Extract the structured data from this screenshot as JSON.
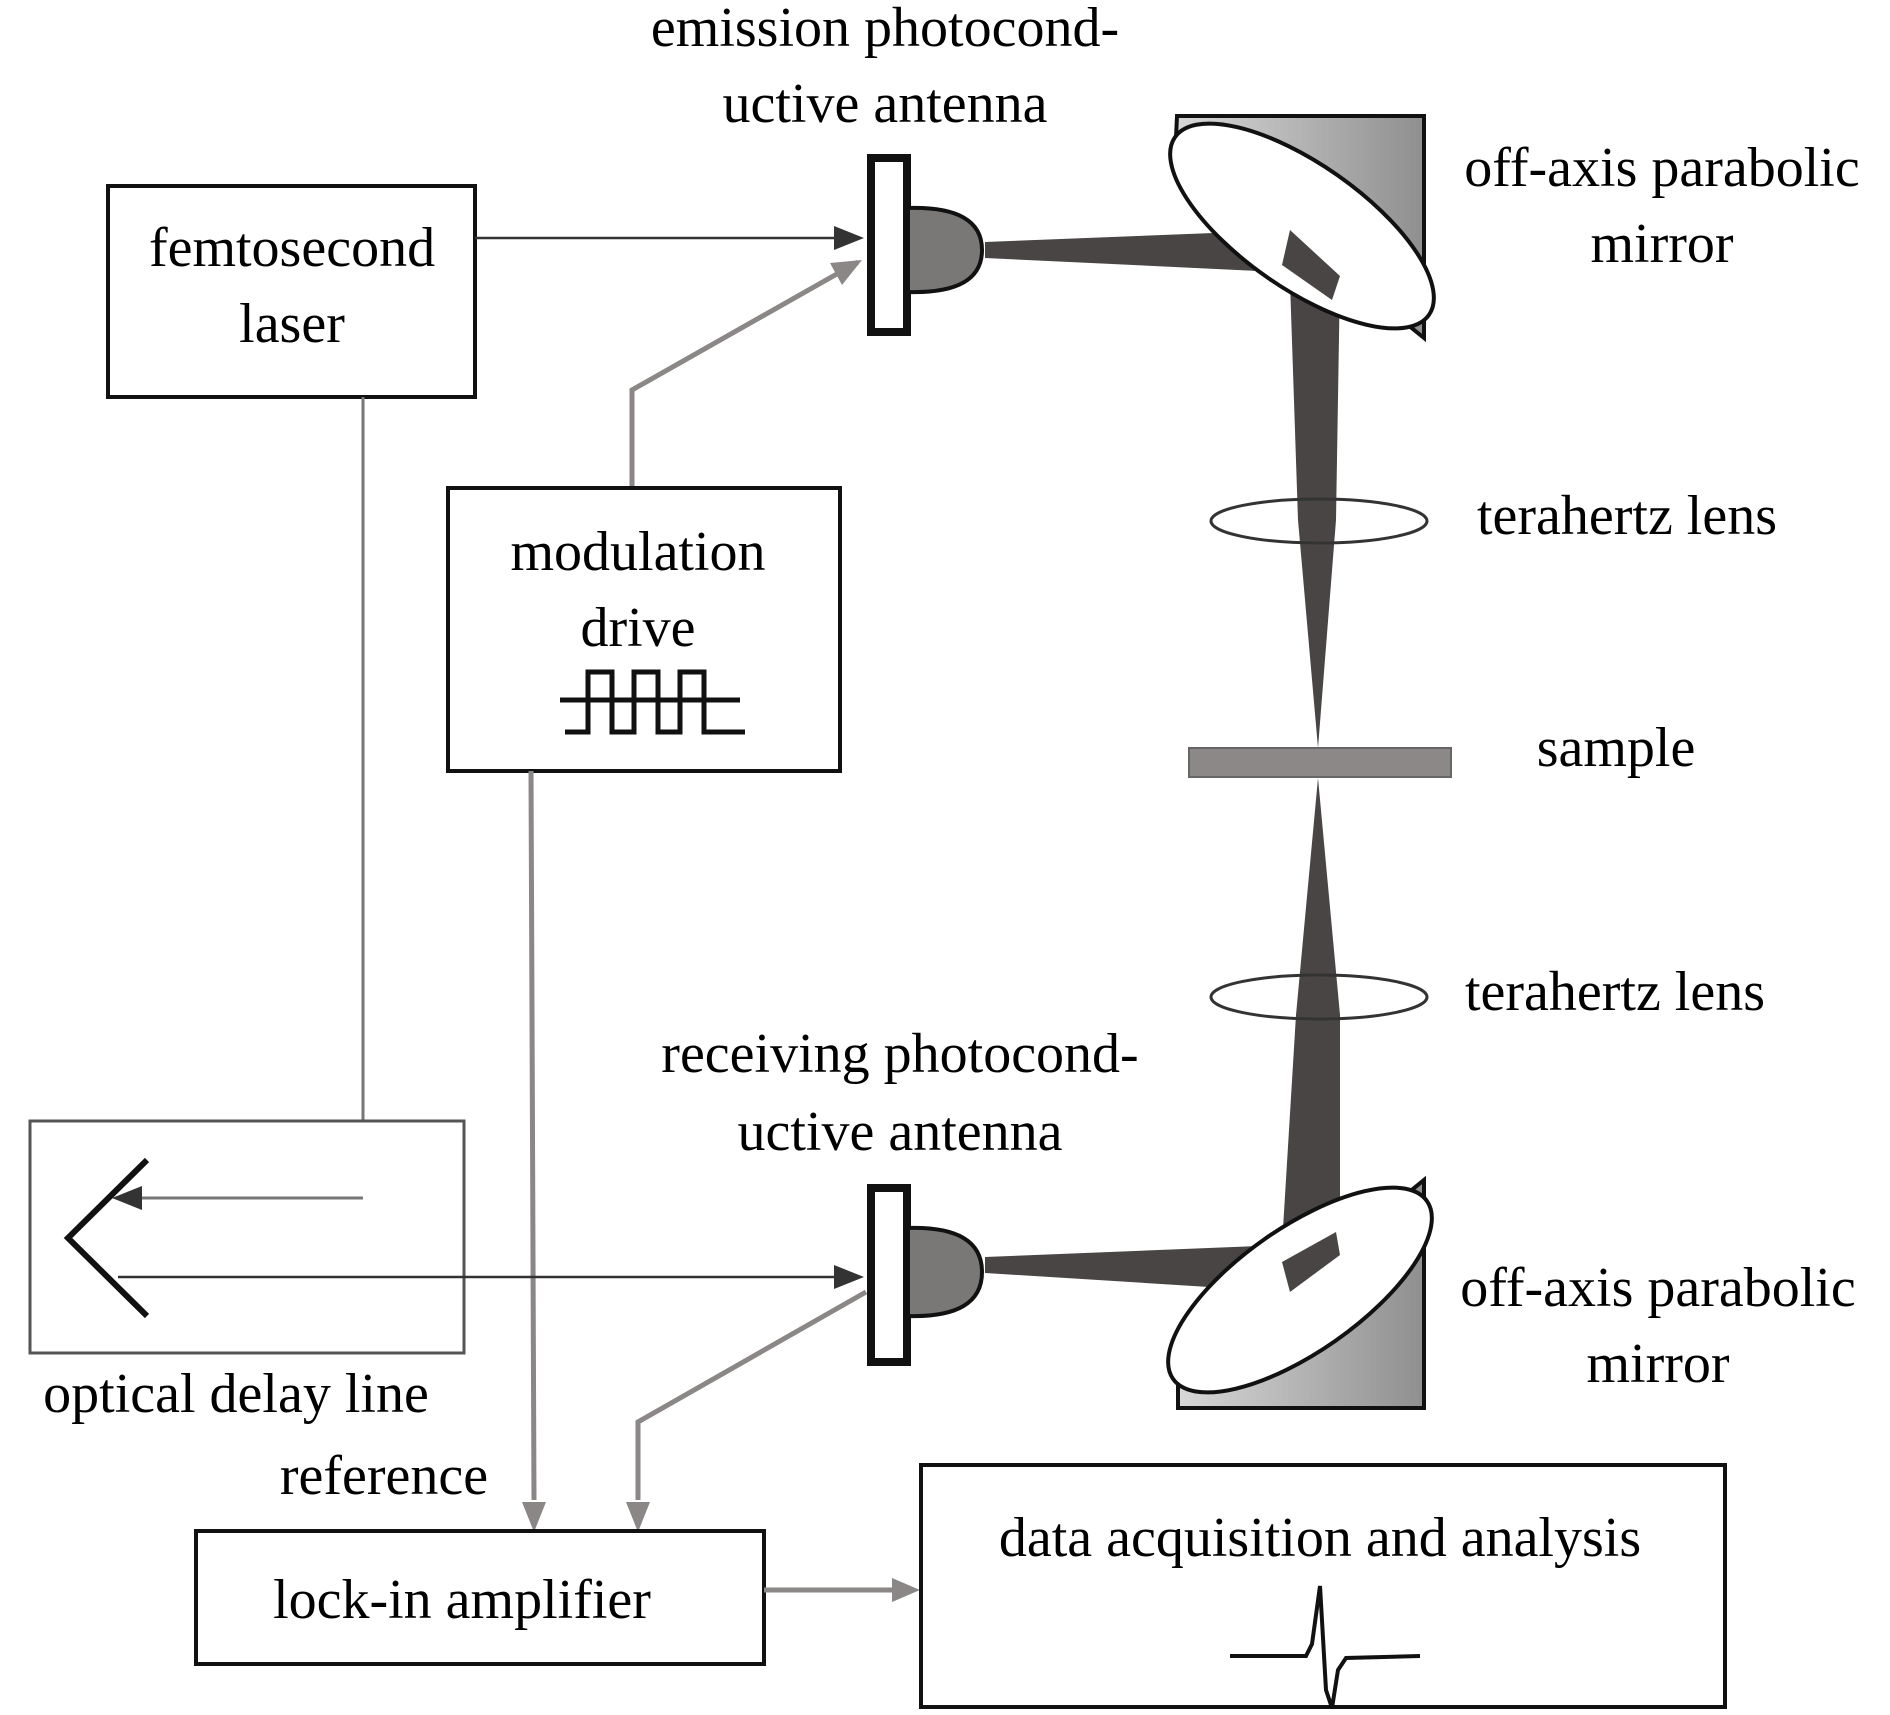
{
  "labels": {
    "emission_antenna_line1": "emission photocond-",
    "emission_antenna_line2": "uctive antenna",
    "femtosecond_laser_line1": "femtosecond",
    "femtosecond_laser_line2": "laser",
    "mirror_top_line1": "off-axis parabolic",
    "mirror_top_line2": "mirror",
    "modulation_drive_line1": "modulation",
    "modulation_drive_line2": "drive",
    "terahertz_lens_top": "terahertz lens",
    "sample": "sample",
    "terahertz_lens_bottom": "terahertz lens",
    "receiving_antenna_line1": "receiving photocond-",
    "receiving_antenna_line2": "uctive antenna",
    "mirror_bottom_line1": "off-axis parabolic",
    "mirror_bottom_line2": "mirror",
    "optical_delay_line": "optical delay line",
    "reference": "reference",
    "lock_in_amplifier": "lock-in amplifier",
    "data_acquisition": "data acquisition and analysis"
  },
  "colors": {
    "box_stroke": "#111111",
    "signal_line_gray": "#8a8786",
    "beam": "#4a4545",
    "mirror_fill": "#aaaaaa",
    "antenna_dome": "#7a7777",
    "sample_fill": "#8c8888"
  }
}
